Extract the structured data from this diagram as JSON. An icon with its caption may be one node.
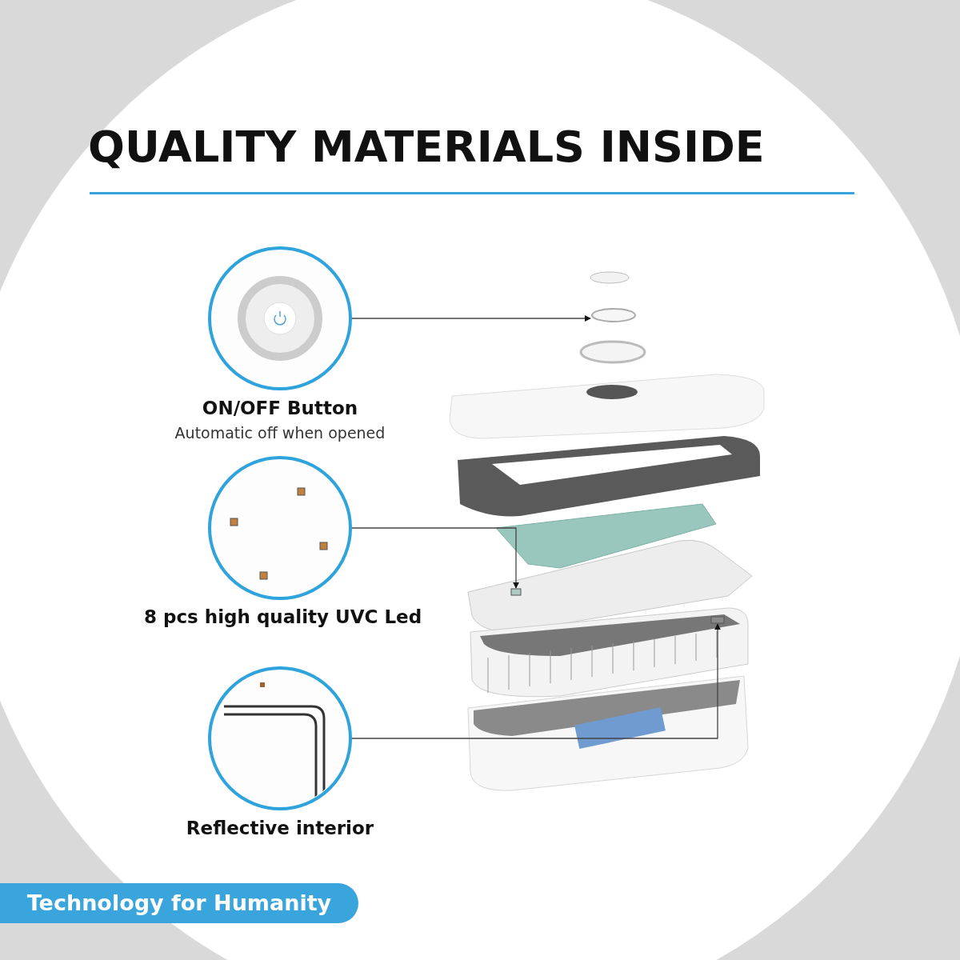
{
  "diagram": {
    "title": "QUALITY MATERIALS INSIDE",
    "nodes": [
      {
        "text": [
          "ON/OFF Button",
          "Automatic off when opened"
        ]
      },
      {
        "text": [
          "8 pcs high quality UVC Led"
        ]
      },
      {
        "text": [
          "Reflective interior"
        ]
      },
      {
        "text": [],
        "shape": "circle"
      },
      {
        "text": [],
        "shape": "box"
      },
      {
        "text": [],
        "shape": "box"
      },
      {
        "text": [
          "Technology for Humanity"
        ]
      }
    ],
    "edges": [
      {
        "from": 0,
        "to": 3,
        "arrow": "to"
      },
      {
        "from": 1,
        "to": 4,
        "arrow": "to"
      },
      {
        "from": 2,
        "to": 5,
        "arrow": "to"
      }
    ]
  }
}
